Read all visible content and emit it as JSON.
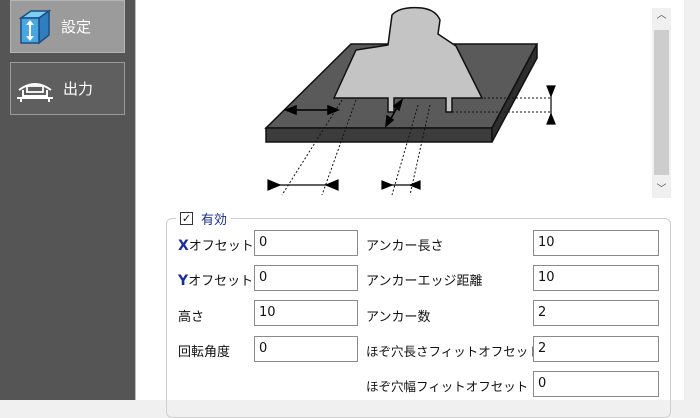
{
  "sidebar": {
    "items": [
      {
        "label": "設定",
        "icon": "settings-box-icon",
        "active": true
      },
      {
        "label": "出力",
        "icon": "output-machine-icon",
        "active": false
      }
    ]
  },
  "enabled_group": {
    "label": "有効",
    "checked": true
  },
  "fields": {
    "x_offset": {
      "label_prefix": "X",
      "label": "オフセット",
      "value": "0"
    },
    "y_offset": {
      "label_prefix": "Y",
      "label": "オフセット",
      "value": "0"
    },
    "height": {
      "label": "高さ",
      "value": "10"
    },
    "rotation_angle": {
      "label": "回転角度",
      "value": "0"
    },
    "anchor_length": {
      "label": "アンカー長さ",
      "value": "10"
    },
    "anchor_edge_distance": {
      "label": "アンカーエッジ距離",
      "value": "10"
    },
    "anchor_count": {
      "label": "アンカー数",
      "value": "2"
    },
    "mortise_length_fit_offset": {
      "label": "ほぞ穴長さフィットオフセット",
      "value": "2"
    },
    "mortise_width_fit_offset": {
      "label": "ほぞ穴幅フィットオフセット",
      "value": "0"
    }
  },
  "colors": {
    "sidebar_bg": "#555555",
    "active_item_bg": "#9b9b9b",
    "plate_top": "#5a5a5a",
    "plate_front": "#3c3c3c",
    "part_fill": "#c4c4c4",
    "legend_text": "#1a2c9a"
  }
}
